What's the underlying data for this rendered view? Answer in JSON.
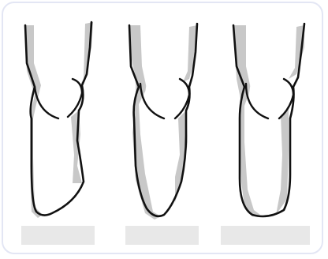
{
  "panel": {
    "border_color": "#e3e6f4",
    "background": "#ffffff"
  },
  "shapes": [
    {
      "name": "shape-a"
    },
    {
      "name": "shape-b"
    },
    {
      "name": "shape-c"
    }
  ],
  "answer_slots": [
    {
      "label": "",
      "color": "#e8e8e8"
    },
    {
      "label": "",
      "color": "#e8e8e8"
    },
    {
      "label": "",
      "color": "#e8e8e8"
    }
  ],
  "colors": {
    "outline": "#111111",
    "shadow": "#c8c8c8"
  }
}
